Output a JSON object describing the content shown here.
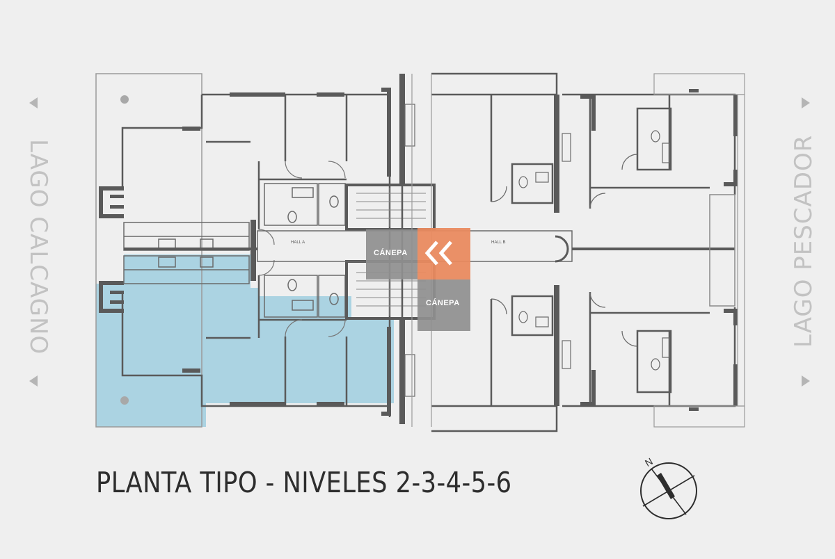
{
  "title": "PLANTA TIPO - NIVELES 2-3-4-5-6",
  "streets": {
    "left": "LAGO CALCAGNO",
    "right": "LAGO PESCADOR"
  },
  "halls": {
    "hall_a": "HALL A",
    "hall_b": "HALL B"
  },
  "watermark": {
    "text_main": "CÁNEPA",
    "text_secondary": "CÁNEPA"
  },
  "compass": {
    "north_label": "N"
  },
  "colors": {
    "background": "#efefef",
    "walls": "#5a5a5a",
    "highlight_unit": "#abd3e2",
    "watermark_orange": "#e98a5f",
    "watermark_gray": "#8f8f8f"
  }
}
